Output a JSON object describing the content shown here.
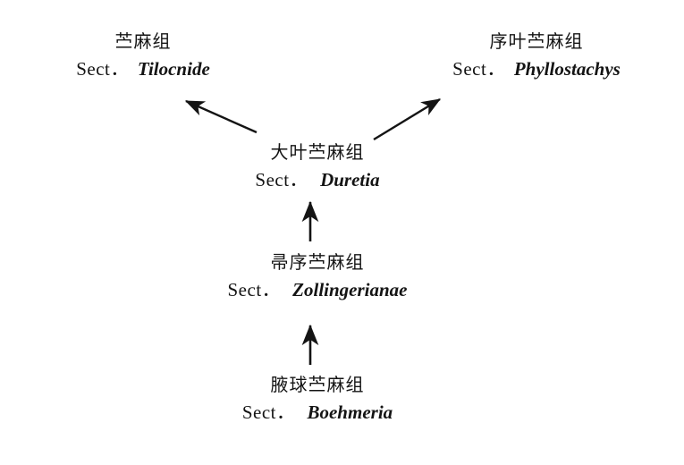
{
  "figure": {
    "type": "taxonomic-relationship-diagram",
    "background_color": "#ffffff",
    "ink_color": "#141414"
  },
  "nodes": [
    {
      "id": "tilocnide",
      "chinese": "苎麻组",
      "rank_prefix": "Sect．",
      "latin_name": "Tilocnide",
      "position": "top-left"
    },
    {
      "id": "phyllostachys",
      "chinese": "序叶苎麻组",
      "rank_prefix": "Sect．",
      "latin_name": "Phyllostachys",
      "position": "top-right"
    },
    {
      "id": "duretia",
      "chinese": "大叶苎麻组",
      "rank_prefix": "Sect．",
      "latin_name": "Duretia",
      "position": "middle-center"
    },
    {
      "id": "zollingerianae",
      "chinese": "帚序苎麻组",
      "rank_prefix": "Sect．",
      "latin_name": "Zollingerianae",
      "position": "lower-center"
    },
    {
      "id": "boehmeria",
      "chinese": "腋球苎麻组",
      "rank_prefix": "Sect．",
      "latin_name": "Boehmeria",
      "position": "bottom-center"
    }
  ],
  "arrows": [
    {
      "id": "boehmeria-to-zollingerianae",
      "from": "boehmeria",
      "to": "zollingerianae",
      "direction": "up"
    },
    {
      "id": "zollingerianae-to-duretia",
      "from": "zollingerianae",
      "to": "duretia",
      "direction": "up"
    },
    {
      "id": "duretia-to-tilocnide",
      "from": "duretia",
      "to": "tilocnide",
      "direction": "up-left"
    },
    {
      "id": "duretia-to-phyllostachys",
      "from": "duretia",
      "to": "phyllostachys",
      "direction": "up-right"
    }
  ]
}
